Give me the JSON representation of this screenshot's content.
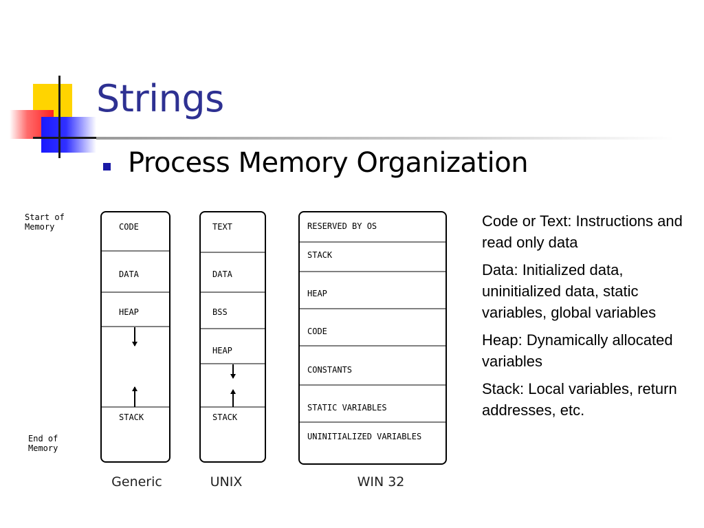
{
  "slide": {
    "title": "Strings",
    "bullet": "Process Memory Organization"
  },
  "labels": {
    "start": "Start of\nMemory",
    "end": "End of\nMemory"
  },
  "columns": [
    {
      "name": "Generic",
      "segments": [
        {
          "label": "CODE"
        },
        {
          "label": "DATA"
        },
        {
          "label": "HEAP"
        },
        {
          "label": ""
        },
        {
          "label": "STACK"
        }
      ]
    },
    {
      "name": "UNIX",
      "segments": [
        {
          "label": "TEXT"
        },
        {
          "label": "DATA"
        },
        {
          "label": "BSS"
        },
        {
          "label": "HEAP"
        },
        {
          "label": ""
        },
        {
          "label": "STACK"
        }
      ]
    },
    {
      "name": "WIN 32",
      "segments": [
        {
          "label": "RESERVED BY OS"
        },
        {
          "label": "STACK"
        },
        {
          "label": "HEAP"
        },
        {
          "label": "CODE"
        },
        {
          "label": "CONSTANTS"
        },
        {
          "label": "STATIC VARIABLES"
        },
        {
          "label": "UNINITIALIZED VARIABLES"
        }
      ]
    }
  ],
  "legend": [
    "Code or Text: Instructions and read only data",
    "Data: Initialized data, uninitialized data, static variables, global variables",
    "Heap: Dynamically allocated variables",
    "Stack:  Local variables, return addresses, etc."
  ],
  "colors": {
    "title": "#2e3192",
    "bullet": "#1a1aa6"
  }
}
